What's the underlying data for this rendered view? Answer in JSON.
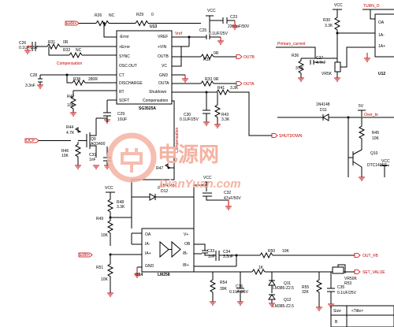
{
  "nets": {
    "err_plus_top": "ERR+",
    "err_plus_bottom": "ERR+",
    "vcc_1": "VCC",
    "vcc_2": "VCC",
    "vcc_3": "VCC",
    "vcc_4": "VCC",
    "vcc_5": "VCC",
    "vcc_6": "VCC",
    "outb": "OUTB",
    "outa": "OUTA",
    "shutdown": "SHUTDOWN",
    "ocp": "OCP",
    "out_fb": "OUT_FB",
    "set_value": "SET_VALUE",
    "compensation": "Compensation",
    "vref": "Vref",
    "primary_current": "Primary_current",
    "turn_on": "TURN_O",
    "over_temp": "Over_te",
    "five_v": "5V",
    "demagnetization": "Demagnetization"
  },
  "u13": {
    "ref": "U13",
    "part": "SG3525A",
    "pins_left": [
      "-Error",
      "+Error",
      "SYNC",
      "OSC.OUT",
      "CT",
      "DISCHARGE",
      "RT",
      "SOFT"
    ],
    "pins_right": [
      "VREF",
      "+VIN",
      "OUTB",
      "VC",
      "GND",
      "OUTA",
      "Shutdown",
      "Compensation"
    ]
  },
  "u14": {
    "ref": "U14",
    "part": "LM258",
    "pins_left": [
      "OA",
      "IA-",
      "IA+",
      "GND"
    ],
    "pins_right": [
      "V+",
      "OB",
      "IB-",
      "IB+"
    ]
  },
  "u12": {
    "ref": "U12",
    "pins": [
      "1A-",
      "1A+",
      "OA"
    ]
  },
  "components": {
    "R26": {
      "ref": "R26",
      "value": "NC"
    },
    "R29": {
      "ref": "R29",
      "value": "0"
    },
    "C23": {
      "ref": "C23",
      "value": "2200uF/50V"
    },
    "C25": {
      "ref": "C25",
      "value": "0.1UF/25V"
    },
    "C26": {
      "ref": "C26",
      "value": "0.1UF/25V"
    },
    "R31": {
      "ref": "R31",
      "value": "0R"
    },
    "R32": {
      "ref": "R32",
      "value": "NC"
    },
    "C28": {
      "ref": "C28",
      "value": "3.3nF"
    },
    "R38": {
      "ref": "R38",
      "value": "280R"
    },
    "R32b": {
      "ref": "R32",
      "value": "0R"
    },
    "R33": {
      "ref": "R33",
      "value": "0R"
    },
    "R42": {
      "ref": "R42",
      "value": "10K"
    },
    "C29": {
      "ref": "C29",
      "value": "10UF"
    },
    "C30": {
      "ref": "C30",
      "value": "0.1UF/25V"
    },
    "R43": {
      "ref": "R43",
      "value": "3.3K"
    },
    "R41": {
      "ref": "R41",
      "value": "3.3K"
    },
    "R44": {
      "ref": "R44",
      "value": "4.7K"
    },
    "R46": {
      "ref": "R46",
      "value": "10K"
    },
    "Q9": {
      "ref": "Q9",
      "value": "AO3400"
    },
    "C31": {
      "ref": "C31",
      "value": "1nF"
    },
    "R47": {
      "ref": "R47",
      "value": "0"
    },
    "R48": {
      "ref": "R48",
      "value": "3.3K"
    },
    "R49": {
      "ref": "R49",
      "value": "10K"
    },
    "D12": {
      "ref": "D12",
      "value": "1N4148"
    },
    "C32": {
      "ref": "C32",
      "value": "47uF/50V"
    },
    "C33": {
      "ref": "C33",
      "value": "1nF"
    },
    "C34": {
      "ref": "C34",
      "value": "3.3nF"
    },
    "R50": {
      "ref": "R50",
      "value": "10K"
    },
    "R51": {
      "ref": "R51",
      "value": "10K"
    },
    "R54": {
      "ref": "R54",
      "value": "39K"
    },
    "R55": {
      "ref": "R55",
      "value": "32K"
    },
    "R53": {
      "ref": "R53",
      "value": "VR50K"
    },
    "C36": {
      "ref": "C36",
      "value": "0.1UF/25V"
    },
    "C35": {
      "ref": "C35",
      "value": "0.1UF/25V"
    },
    "Q11": {
      "ref": "Q11",
      "value": "LM385-Z2.5"
    },
    "Q12": {
      "ref": "Q12",
      "value": "LM385-Z2.5"
    },
    "R30": {
      "ref": "R30",
      "value": "3.3K"
    },
    "R36": {
      "ref": "R36",
      "value": "3.3K"
    },
    "C27": {
      "ref": "C27",
      "value": "4.7nF"
    },
    "VR5K": {
      "ref": "VR5K",
      "value": ""
    },
    "D11": {
      "ref": "D11",
      "value": "1N4148"
    },
    "R45": {
      "ref": "R45",
      "value": "10K"
    },
    "Q10": {
      "ref": "Q10",
      "value": "DTC143EE"
    },
    "R52": {
      "ref": "R52",
      "value": "1K"
    },
    "R39": {
      "ref": "R39",
      "value": "0"
    }
  },
  "title_block": {
    "size": "Size",
    "title_label": "<Title>",
    "sheet": "B"
  },
  "watermark": {
    "brand_cn": "电源网",
    "brand_en": "DianYuan.com"
  }
}
